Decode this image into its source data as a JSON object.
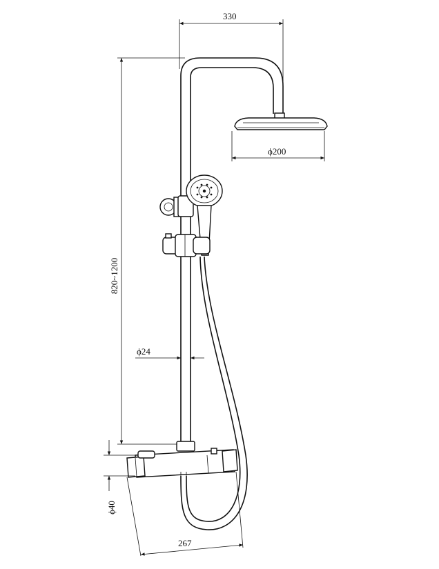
{
  "dimensions": {
    "arm_reach": "330",
    "head_diameter": "ϕ200",
    "riser_height": "820~1200",
    "pipe_diameter": "ϕ24",
    "valve_diameter": "ϕ40",
    "valve_length": "267"
  },
  "colors": {
    "line": "#111111",
    "background": "#ffffff"
  }
}
